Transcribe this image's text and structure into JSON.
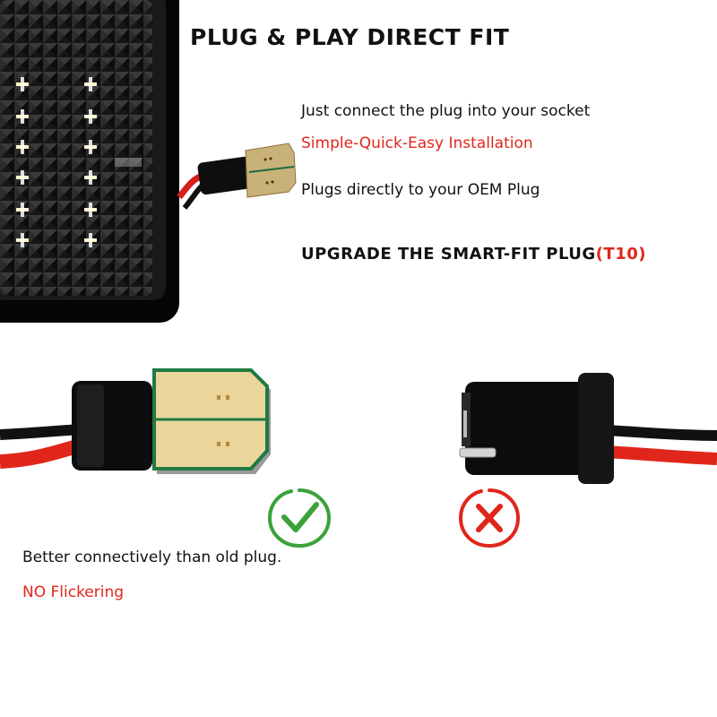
{
  "header": {
    "title": "PLUG & PLAY DIRECT FIT",
    "lines": [
      {
        "text": "Just connect the plug into your socket",
        "color": "#111111"
      },
      {
        "text": "Simple-Quick-Easy Installation",
        "color": "#e0261b"
      },
      {
        "text": "Plugs directly to your OEM Plug",
        "color": "#111111"
      }
    ],
    "upgrade_text": "UPGRADE THE SMART-FIT PLUG",
    "upgrade_highlight": "(T10)"
  },
  "comparison": {
    "new_plug_mark": "check-icon",
    "old_plug_mark": "cross-icon",
    "good_color": "#3aa23a",
    "bad_color": "#e0261b"
  },
  "footer": {
    "benefit": "Better connectively than old plug.",
    "highlight": "NO Flickering"
  }
}
